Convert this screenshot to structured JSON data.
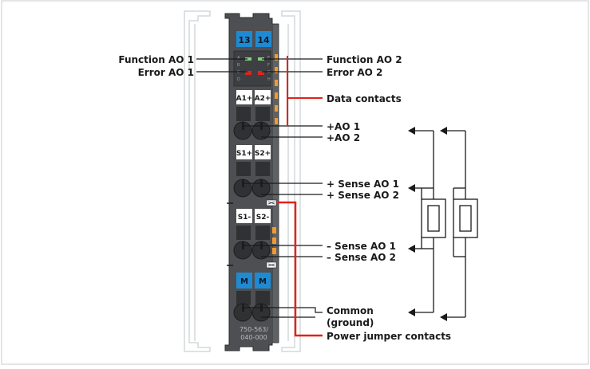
{
  "colors": {
    "housing": "#4d4f52",
    "housing_dark": "#2b2c2e",
    "housing_mid": "#5f6164",
    "slot": "#2f3133",
    "blue": "#1f8ad1",
    "red_line": "#e2231a",
    "orange": "#f29a2e",
    "ghost": "#d4d8db",
    "text": "#1a1a1a",
    "frame": "#c7ccd0"
  },
  "module": {
    "top_labels": [
      "13",
      "14"
    ],
    "pair1_labels": [
      "A1+",
      "A2+"
    ],
    "pair2_labels": [
      "S1+",
      "S2+"
    ],
    "pair3_labels": [
      "S1-",
      "S2-"
    ],
    "pair4_labels": [
      "M",
      "M"
    ],
    "part_number_line1": "750-563/",
    "part_number_line2": "040-000",
    "led_letters_left": [
      "A",
      "B",
      "C",
      "D"
    ],
    "led_letters_right": [
      "E",
      "F",
      "G",
      "H"
    ]
  },
  "labels": {
    "function_ao1": "Function AO 1",
    "error_ao1": "Error AO 1",
    "function_ao2": "Function AO 2",
    "error_ao2": "Error AO 2",
    "data_contacts": "Data contacts",
    "plus_ao1": "+AO 1",
    "plus_ao2": "+AO 2",
    "plus_sense_ao1": "+ Sense AO 1",
    "plus_sense_ao2": "+ Sense AO 2",
    "minus_sense_ao1": "– Sense AO 1",
    "minus_sense_ao2": "– Sense AO 2",
    "common_line1": "Common",
    "common_line2": "(ground)",
    "power_jumper": "Power jumper contacts"
  }
}
